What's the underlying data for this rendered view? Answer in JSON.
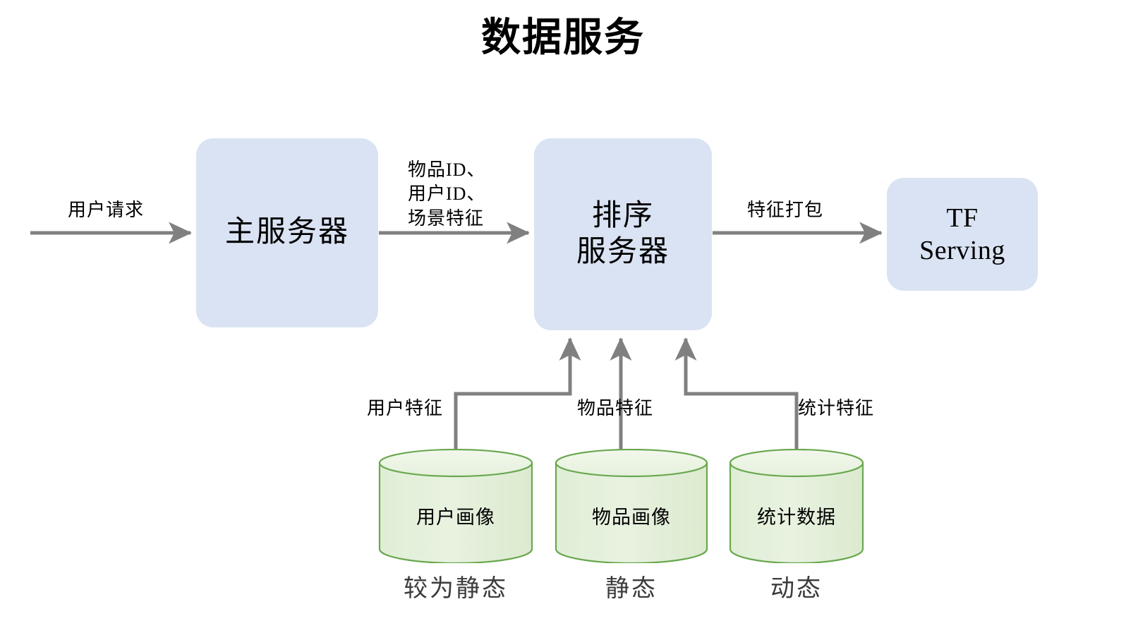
{
  "title": "数据服务",
  "nodes": {
    "main_server": {
      "label": "主服务器",
      "fill": "#dae3f3"
    },
    "rank_server": {
      "line1": "排序",
      "line2": "服务器",
      "fill": "#dae3f3"
    },
    "tf_serving": {
      "line1": "TF",
      "line2": "Serving",
      "fill": "#dae3f3"
    }
  },
  "datastores": [
    {
      "name": "用户画像",
      "caption": "较为静态",
      "stroke": "#6aa84f",
      "fill": "#e2efda"
    },
    {
      "name": "物品画像",
      "caption": "静态",
      "stroke": "#6aa84f",
      "fill": "#e2efda"
    },
    {
      "name": "统计数据",
      "caption": "动态",
      "stroke": "#6aa84f",
      "fill": "#e2efda"
    }
  ],
  "edges": {
    "user_request": "用户请求",
    "ids_line1": "物品ID、",
    "ids_line2": "用户ID、",
    "ids_line3": "场景特征",
    "feature_pack": "特征打包",
    "user_feature": "用户特征",
    "item_feature": "物品特征",
    "stat_feature": "统计特征"
  },
  "style": {
    "arrow_color": "#808080",
    "box_fill": "#dae3f3",
    "cylinder_stroke": "#6aa84f",
    "cylinder_fill": "#e2efda",
    "cylinder_top_fill": "#eef6e6",
    "text_color": "#000000",
    "caption_color": "#3b3b3b"
  }
}
